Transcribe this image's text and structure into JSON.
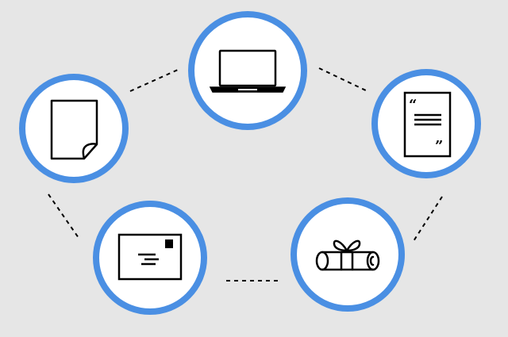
{
  "diagram": {
    "background_color": "#e6e6e6",
    "ring_color": "#4a8fe3",
    "node_fill_color": "#ffffff",
    "icon_color": "#000000",
    "connector_style": "dashed",
    "nodes": [
      {
        "id": "laptop",
        "icon": "laptop-icon"
      },
      {
        "id": "quote-document",
        "icon": "quote-document-icon"
      },
      {
        "id": "diploma",
        "icon": "rolled-diploma-icon"
      },
      {
        "id": "envelope",
        "icon": "envelope-icon"
      },
      {
        "id": "page",
        "icon": "page-curl-icon"
      }
    ],
    "connections": [
      [
        "page",
        "laptop"
      ],
      [
        "laptop",
        "quote-document"
      ],
      [
        "quote-document",
        "diploma"
      ],
      [
        "diploma",
        "envelope"
      ],
      [
        "envelope",
        "page"
      ]
    ],
    "quote_marks": {
      "open": "“",
      "close": "”"
    }
  }
}
